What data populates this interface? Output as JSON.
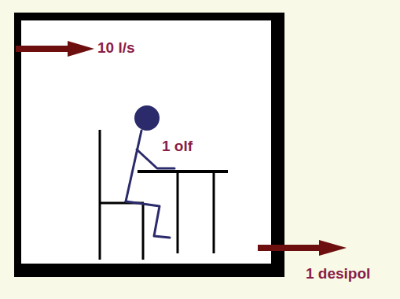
{
  "diagram": {
    "labels": [
      "10 l/s",
      "1 olf",
      "1 desipol"
    ]
  }
}
